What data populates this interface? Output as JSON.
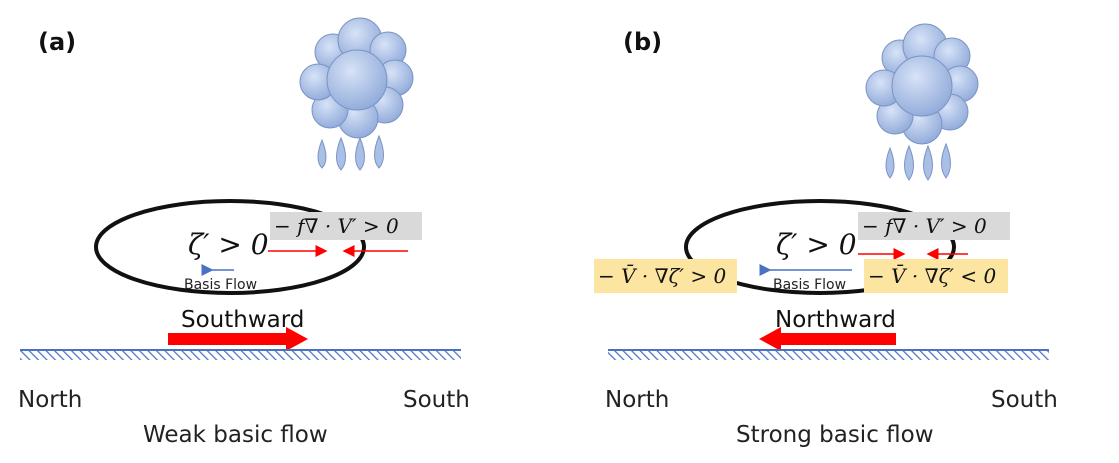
{
  "panels": [
    {
      "label": "(a)",
      "vorticity": "ζ′ > 0",
      "divergence_term": "− f∇ · V′ > 0",
      "basis_flow": "Basis Flow",
      "flow_direction": "Southward",
      "north": "North",
      "south": "South",
      "caption": "Weak basic flow"
    },
    {
      "label": "(b)",
      "vorticity": "ζ′ > 0",
      "divergence_term": "− f∇ · V′ > 0",
      "advection_left": "− V̄ · ∇ζ′ > 0",
      "advection_right": "− V̄ · ∇ζ′ < 0",
      "basis_flow": "Basis Flow",
      "flow_direction": "Northward",
      "north": "North",
      "south": "South",
      "caption": "Strong basic flow"
    }
  ],
  "colors": {
    "cloud": "#a9bfe6",
    "ground_hatch": "#4a72c4",
    "flow_arrow": "#ff0000",
    "basis_arrow": "#4a72c4",
    "gray_box": "#d9d9d9",
    "yellow_box": "#fbe5a0"
  }
}
